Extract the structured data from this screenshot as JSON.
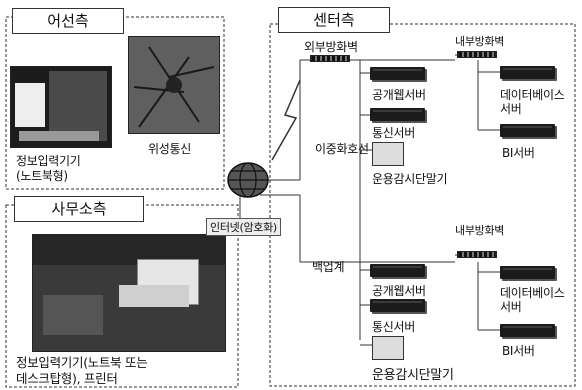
{
  "vessel": {
    "title": "어선측",
    "laptop_label_line1": "정보입력기기",
    "laptop_label_line2": "(노트북형)",
    "satellite_label": "위성통신"
  },
  "office": {
    "title": "사무소측",
    "device_label_line1": "정보입력기기(노트북 또는",
    "device_label_line2": "데스크탑형), 프린터"
  },
  "internet": {
    "label": "인터넷(암호화)"
  },
  "center": {
    "title": "센터측",
    "outer_firewall": "외부방화벽",
    "dual_line": "이중화호선",
    "backup": "백업계",
    "primary": {
      "inner_firewall": "내부방화벽",
      "public_web_server": "공개웹서버",
      "comm_server": "통신서버",
      "db_server_line1": "데이터베이스",
      "db_server_line2": "서버",
      "bi_server": "BI서버",
      "monitoring_terminal": "운용감시단말기"
    },
    "backup_site": {
      "inner_firewall": "내부방화벽",
      "public_web_server": "공개웹서버",
      "comm_server": "통신서버",
      "db_server_line1": "데이터베이스",
      "db_server_line2": "서버",
      "bi_server": "BI서버",
      "monitoring_terminal": "운용감시단말기"
    }
  }
}
